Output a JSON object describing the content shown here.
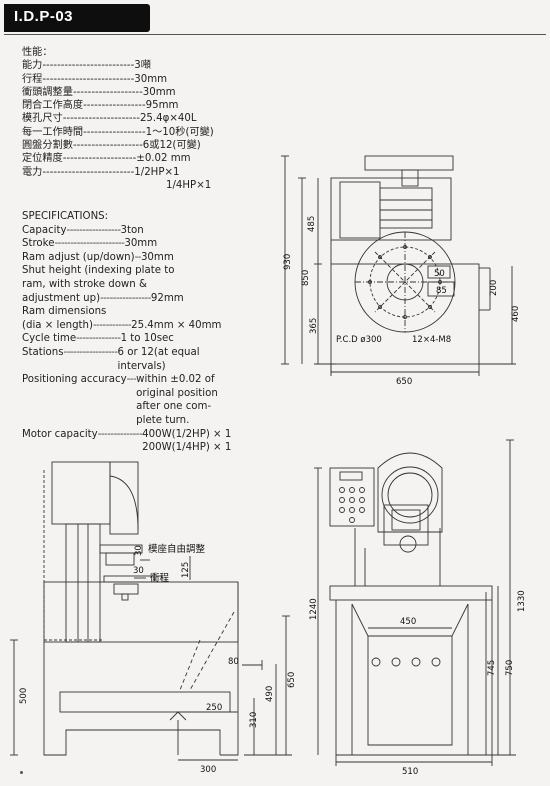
{
  "header": {
    "code": "I.D.P-03"
  },
  "specs_cn": {
    "title": "性能：",
    "rows": [
      {
        "label": "能力",
        "leader": "-------------------------",
        "value": "3噸"
      },
      {
        "label": "行程",
        "leader": "-------------------------",
        "value": "30mm"
      },
      {
        "label": "衝頭調整量",
        "leader": "-------------------",
        "value": "30mm"
      },
      {
        "label": "閉合工作高度",
        "leader": "-----------------",
        "value": "95mm"
      },
      {
        "label": "模孔尺寸",
        "leader": "---------------------",
        "value": "25.4φ×40L"
      },
      {
        "label": "每一工作時間",
        "leader": "-----------------",
        "value": "1～10秒(可變)"
      },
      {
        "label": "圓盤分割數",
        "leader": "-------------------",
        "value": "6或12(可變)"
      },
      {
        "label": "定位精度",
        "leader": "--------------------",
        "value": "±0.02 mm"
      },
      {
        "label": "電力",
        "leader": "-------------------------",
        "value": "1/2HP×1"
      },
      {
        "label": "",
        "leader": "",
        "value": "1/4HP×1"
      }
    ]
  },
  "specs_en": {
    "title": "SPECIFICATIONS:",
    "capacity": {
      "label": "Capacity",
      "leader": "-----------------",
      "value": "3ton"
    },
    "stroke": {
      "label": "Stroke",
      "leader": "----------------------",
      "value": "30mm"
    },
    "ram_adjust": {
      "label": "Ram adjust (up/down)",
      "leader": "--",
      "value": "30mm"
    },
    "shut_height_l1": "Shut height (indexing plate to",
    "shut_height_l2": "ram, with stroke down &",
    "shut_height_l3": "adjustment up)",
    "shut_height_leader": "----------------",
    "shut_height_value": "92mm",
    "ram_dim_l1": "Ram dimensions",
    "ram_dim_l2": "(dia × length)",
    "ram_dim_leader": "------------",
    "ram_dim_value": "25.4mm × 40mm",
    "cycle": {
      "label": "Cycle time",
      "leader": "--------------",
      "value": "1 to 10sec"
    },
    "stations": {
      "label": "Stations",
      "leader": "-----------------",
      "value_l1": "6 or 12(at equal",
      "value_l2": "intervals)"
    },
    "positioning": {
      "label": "Positioning accuracy",
      "leader": "---",
      "value_l1": "within ±0.02 of",
      "value_l2": "original position",
      "value_l3": "after one com-",
      "value_l4": "plete turn."
    },
    "motor": {
      "label": "Motor capacity",
      "leader": "--------------",
      "value_l1": "400W(1/2HP) × 1",
      "value_l2": "200W(1/4HP) × 1"
    }
  },
  "top_view": {
    "dim_930": "930",
    "dim_850": "850",
    "dim_485": "485",
    "dim_365": "365",
    "dim_200": "200",
    "dim_460": "460",
    "dim_650": "650",
    "dim_50": "50",
    "dim_85": "85",
    "pcd": "P.C.D ø300",
    "holes": "12×4-M8"
  },
  "side_view": {
    "note_seat": "模座自由調整",
    "note_stroke": "衝程",
    "dim_30a": "30",
    "dim_30b": "30",
    "dim_125": "125",
    "dim_80": "80",
    "dim_650": "650",
    "dim_490": "490",
    "dim_500": "500",
    "dim_250": "250",
    "dim_310": "310",
    "dim_300": "300"
  },
  "front_view": {
    "dim_1240": "1240",
    "dim_1330": "1330",
    "dim_450": "450",
    "dim_745": "745",
    "dim_750": "750",
    "dim_510": "510"
  },
  "colors": {
    "line": "#333333",
    "header_bg": "#0e0e0e",
    "paper": "#f4f3f1"
  }
}
